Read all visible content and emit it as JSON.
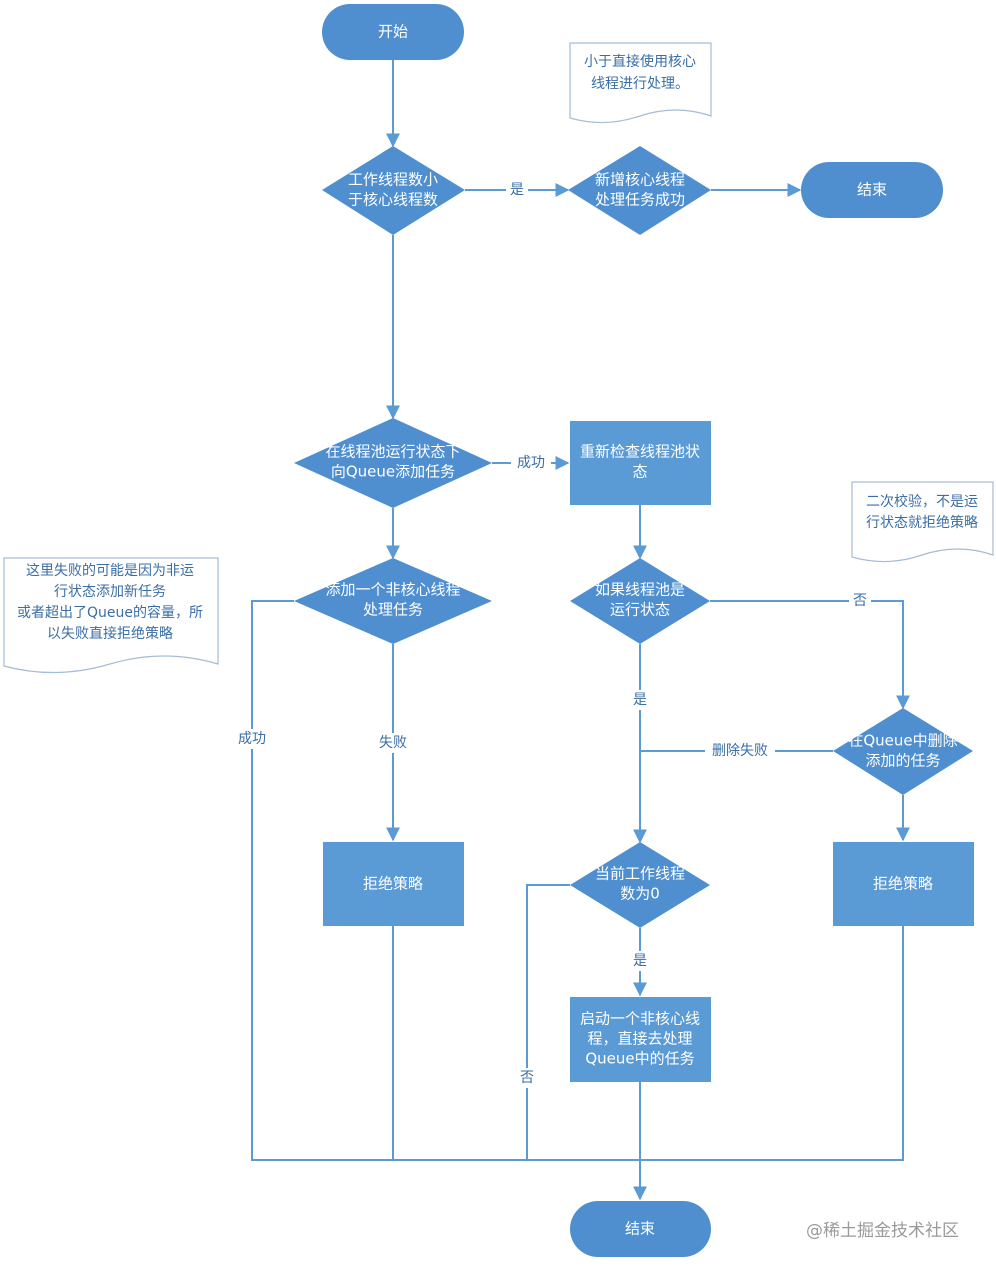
{
  "nodes": {
    "start": "开始",
    "end_top": "结束",
    "end_bottom": "结束",
    "d_core_1": "工作线程数小",
    "d_core_2": "于核心线程数",
    "p_core_1": "新增核心线程",
    "p_core_2": "处理任务成功",
    "d_queue_1": "在线程池运行状态下",
    "d_queue_2": "向Queue添加任务",
    "p_recheck_1": "重新检查线程池状",
    "p_recheck_2": "态",
    "d_noncore_1": "添加一个非核心线程",
    "d_noncore_2": "处理任务",
    "d_running_1": "如果线程池是",
    "d_running_2": "运行状态",
    "d_remove_1": "在Queue中删除",
    "d_remove_2": "添加的任务",
    "p_reject_left": "拒绝策略",
    "p_reject_right": "拒绝策略",
    "d_zero_1": "当前工作线程",
    "d_zero_2": "数为0",
    "p_start_1": "启动一个非核心线",
    "p_start_2": "程，直接去处理",
    "p_start_3": "Queue中的任务"
  },
  "edges": {
    "yes_core": "是",
    "success_queue": "成功",
    "success_noncore": "成功",
    "fail_noncore": "失败",
    "no_running": "否",
    "yes_running": "是",
    "remove_fail": "删除失败",
    "yes_zero": "是",
    "no_zero": "否"
  },
  "notes": {
    "note_core_1": "小于直接使用核心",
    "note_core_2": "线程进行处理。",
    "note_recheck_1": "二次校验，不是运",
    "note_recheck_2": "行状态就拒绝策略",
    "note_fail_1": "这里失败的可能是因为非运",
    "note_fail_2": "行状态添加新任务",
    "note_fail_3": "或者超出了Queue的容量，所",
    "note_fail_4": "以失败直接拒绝策略"
  },
  "watermark": "@稀土掘金技术社区",
  "colors": {
    "shape": "#4f8fcf",
    "line": "#5b9bd5",
    "text_on_shape": "#ffffff",
    "label": "#3a6ea5"
  }
}
